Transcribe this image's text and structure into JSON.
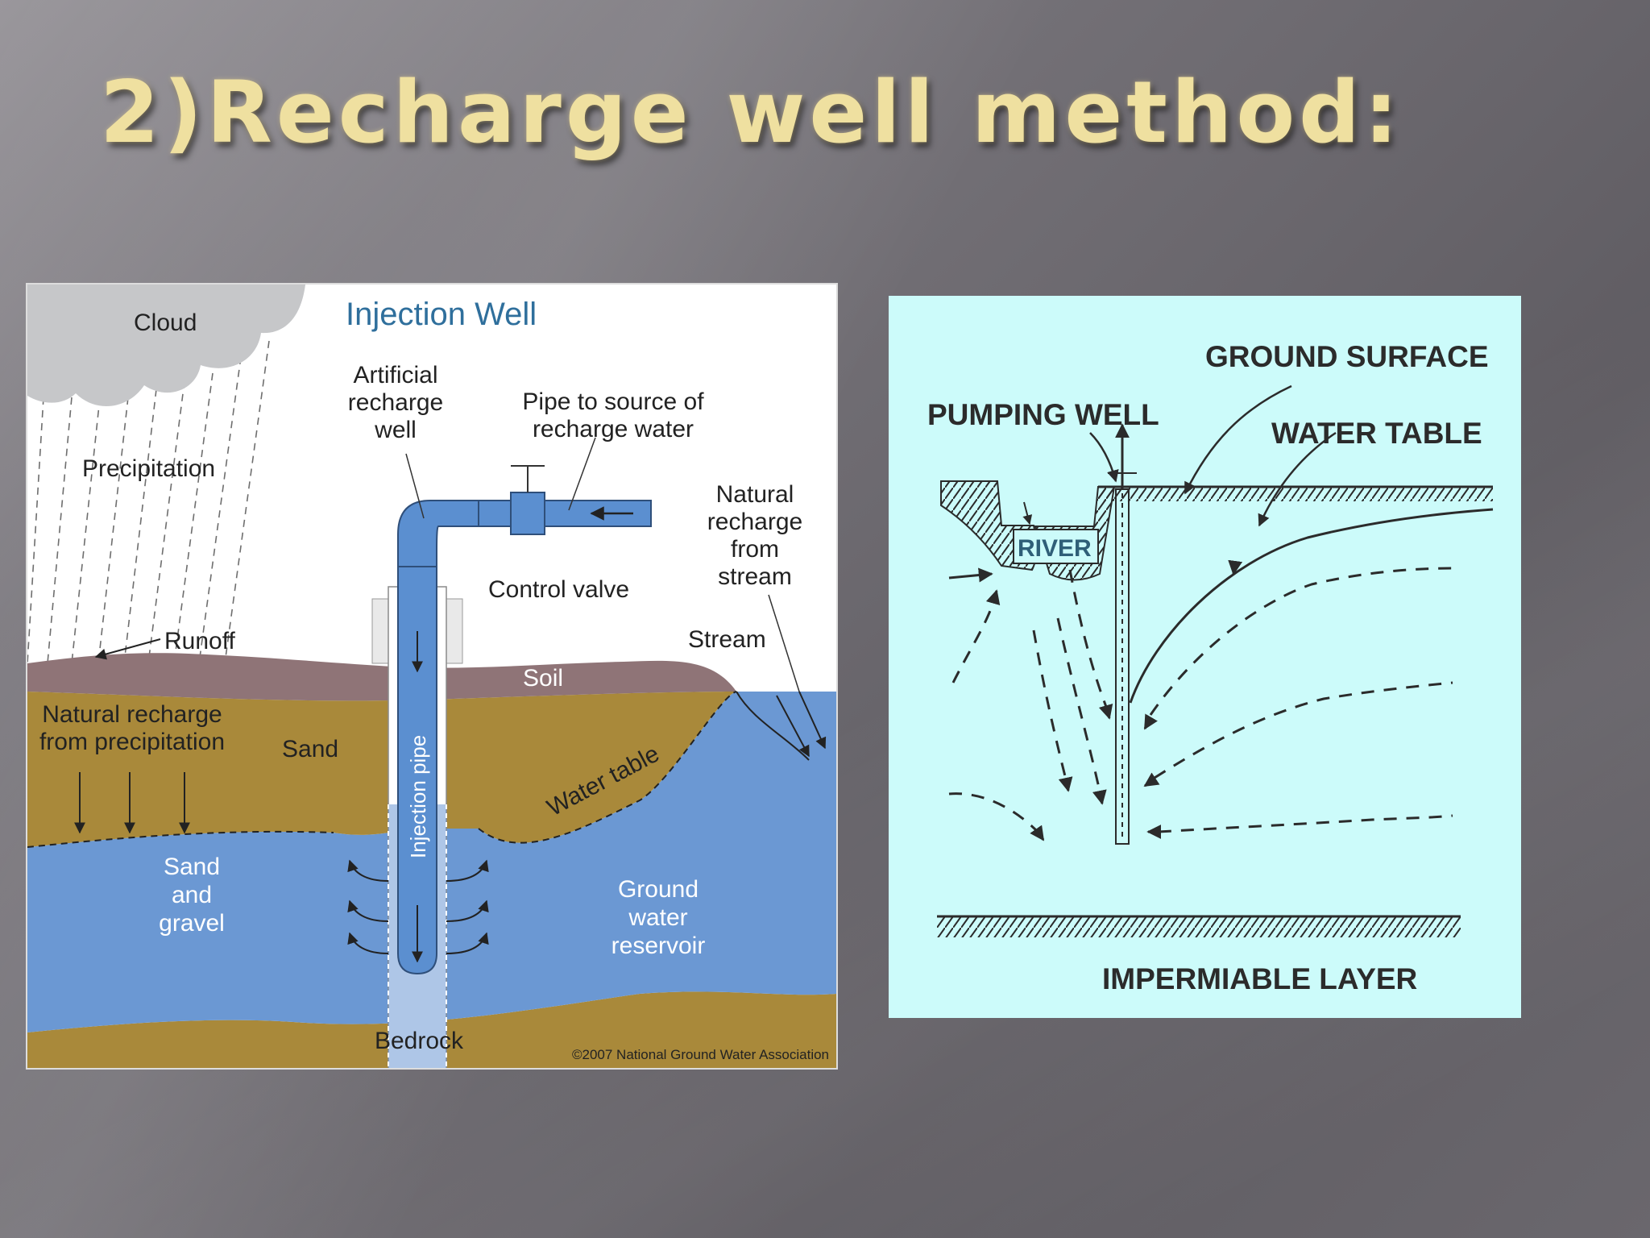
{
  "slide": {
    "title": "2)Recharge well method:"
  },
  "injection_diagram": {
    "title": "Injection Well",
    "labels": {
      "cloud": "Cloud",
      "precipitation": "Precipitation",
      "runoff": "Runoff",
      "artificial_well": [
        "Artificial",
        "recharge",
        "well"
      ],
      "pipe_source": [
        "Pipe to source of",
        "recharge water"
      ],
      "control_valve": "Control valve",
      "natural_stream": [
        "Natural",
        "recharge",
        "from",
        "stream"
      ],
      "stream": "Stream",
      "soil": "Soil",
      "sand": "Sand",
      "natural_precip": [
        "Natural recharge",
        "from precipitation"
      ],
      "injection_pipe": "Injection pipe",
      "water_table": "Water table",
      "sand_gravel": [
        "Sand",
        "and",
        "gravel"
      ],
      "ground_water": [
        "Ground",
        "water",
        "reservoir"
      ],
      "bedrock": "Bedrock",
      "copyright": "©2007 National Ground Water Association"
    },
    "colors": {
      "cloud": "#c6c7c9",
      "soil": "#8f7477",
      "sand": "#a9893a",
      "water": "#6b98d3",
      "pipe": "#5b8fd0",
      "title": "#2f6f9c"
    }
  },
  "pumping_diagram": {
    "labels": {
      "ground_surface": "GROUND SURFACE",
      "pumping_well": "PUMPING WELL",
      "water_table": "WATER TABLE",
      "river": "RIVER",
      "impermeable_layer": "IMPERMIABLE LAYER"
    },
    "colors": {
      "background": "#ccfbfa",
      "ink": "#2b2b2b",
      "river": "#2f5f78"
    }
  }
}
